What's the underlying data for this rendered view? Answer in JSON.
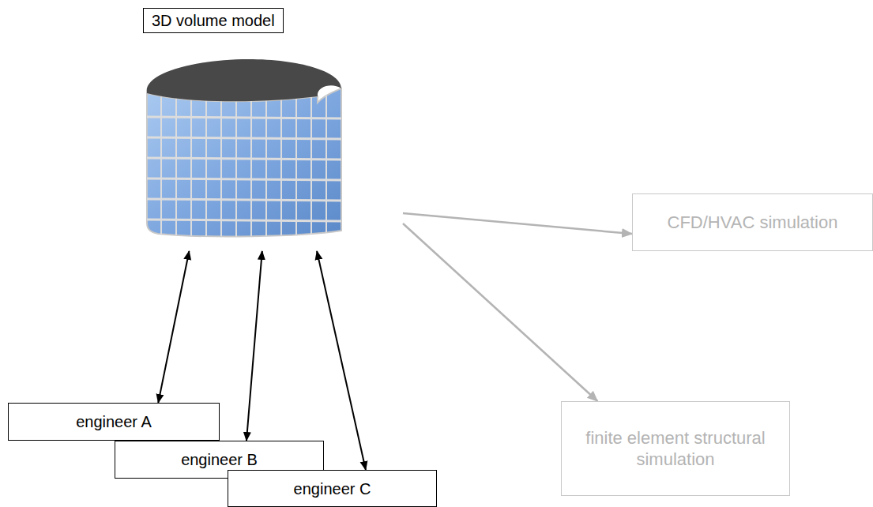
{
  "diagram": {
    "nodes": [
      {
        "text": [
          "3D volume model"
        ]
      },
      {
        "text": [
          "CFD/HVAC simulation"
        ]
      },
      {
        "text": [
          "finite element structural simulation"
        ]
      },
      {
        "text": [
          "engineer A"
        ]
      },
      {
        "text": [
          "engineer B"
        ]
      },
      {
        "text": [
          "engineer C"
        ]
      }
    ],
    "edges": [
      {
        "from": 3,
        "to": 0,
        "arrow": "both"
      },
      {
        "from": 4,
        "to": 0,
        "arrow": "both"
      },
      {
        "from": 5,
        "to": 0,
        "arrow": "both"
      },
      {
        "from": 0,
        "to": 1,
        "arrow": "to"
      },
      {
        "from": 0,
        "to": 2,
        "arrow": "to"
      }
    ]
  }
}
